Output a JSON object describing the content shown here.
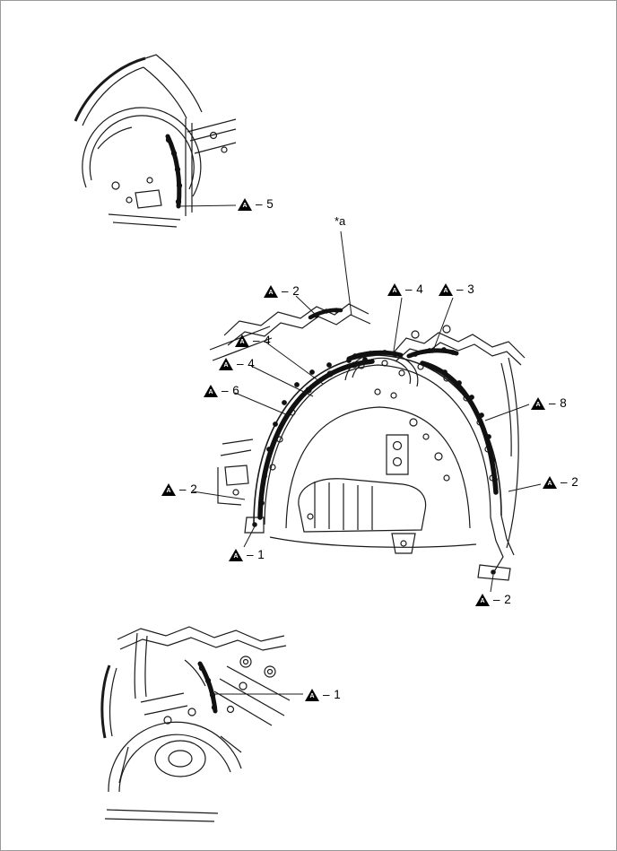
{
  "figure": {
    "pointer_label": "*a",
    "icons": {
      "sealant-triangle-icon": "▲"
    },
    "colors": {
      "line": "#1a1a1a",
      "sealer": "#111111",
      "background": "#ffffff",
      "border": "#9a9a9a"
    },
    "callouts": [
      {
        "id": "A-5",
        "letter": "A",
        "label": "– 5",
        "view": "upper-detail"
      },
      {
        "id": "A-2-top",
        "letter": "A",
        "label": "– 2",
        "view": "main"
      },
      {
        "id": "A-4-top",
        "letter": "A",
        "label": "– 4",
        "view": "main"
      },
      {
        "id": "A-3-top-right",
        "letter": "A",
        "label": "– 3",
        "view": "main"
      },
      {
        "id": "A-4-left-upper",
        "letter": "A",
        "label": "– 4",
        "view": "main"
      },
      {
        "id": "A-4-left-lower",
        "letter": "A",
        "label": "– 4",
        "view": "main"
      },
      {
        "id": "A-6-left",
        "letter": "A",
        "label": "– 6",
        "view": "main"
      },
      {
        "id": "A-8-right",
        "letter": "A",
        "label": "– 8",
        "view": "main"
      },
      {
        "id": "A-2-left",
        "letter": "A",
        "label": "– 2",
        "view": "main"
      },
      {
        "id": "A-2-right",
        "letter": "A",
        "label": "– 2",
        "view": "main"
      },
      {
        "id": "A-1-bottom",
        "letter": "A",
        "label": "– 1",
        "view": "main"
      },
      {
        "id": "A-2-bottom-right",
        "letter": "A",
        "label": "– 2",
        "view": "main"
      },
      {
        "id": "A-1-detail",
        "letter": "A",
        "label": "– 1",
        "view": "lower-detail"
      }
    ]
  }
}
